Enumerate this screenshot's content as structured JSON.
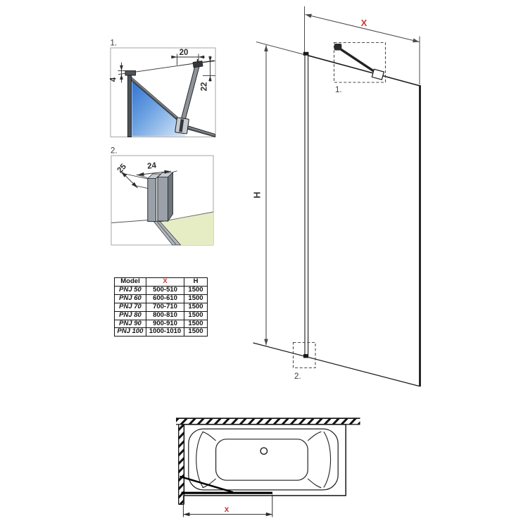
{
  "detail1": {
    "label": "1.",
    "dim_top": "20",
    "dim_left": "4",
    "dim_right": "22"
  },
  "detail2": {
    "label": "2.",
    "dim_depth": "25",
    "dim_width": "24"
  },
  "table": {
    "headers": {
      "model": "Model",
      "x": "X",
      "h": "H"
    },
    "rows": [
      {
        "model": "PNJ 50",
        "x": "500-510",
        "h": "1500"
      },
      {
        "model": "PNJ 60",
        "x": "600-610",
        "h": "1500"
      },
      {
        "model": "PNJ 70",
        "x": "700-710",
        "h": "1500"
      },
      {
        "model": "PNJ 80",
        "x": "800-810",
        "h": "1500"
      },
      {
        "model": "PNJ 90",
        "x": "900-910",
        "h": "1500"
      },
      {
        "model": "PNJ 100",
        "x": "1000-1010",
        "h": "1500"
      }
    ]
  },
  "elevation": {
    "dim_width_label": "X",
    "dim_height_label": "H",
    "callout1": "1.",
    "callout2": "2."
  },
  "plan": {
    "dim_width_label": "x"
  },
  "colors": {
    "accent_red": "#cc3b33",
    "line_black": "#1a1a1a",
    "line_gray": "#4a4a4a",
    "glass_blue_dark": "#3575cf",
    "glass_blue_light": "#d7e7f8",
    "floor_green": "#e6edc4",
    "profile_gray": "#9aa1a8"
  }
}
